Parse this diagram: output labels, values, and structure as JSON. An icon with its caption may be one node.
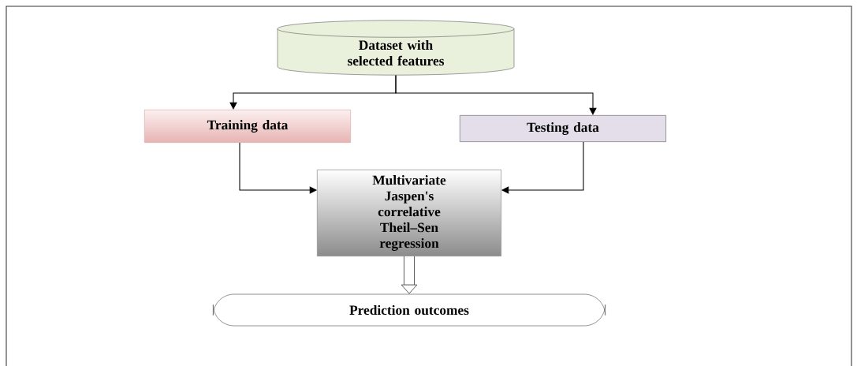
{
  "diagram": {
    "nodes": [
      {
        "text": [
          "Dataset with selected features"
        ]
      },
      {
        "text": [
          "Training data"
        ]
      },
      {
        "text": [
          "Testing data"
        ]
      },
      {
        "text": [
          "Multivariate Jaspen's correlative Theil–Sen regression"
        ]
      },
      {
        "text": [
          "Prediction outcomes"
        ]
      }
    ],
    "edges": [
      {
        "from": 0,
        "to": 1,
        "arrow": "to"
      },
      {
        "from": 0,
        "to": 2,
        "arrow": "to"
      },
      {
        "from": 1,
        "to": 3,
        "arrow": "to"
      },
      {
        "from": 2,
        "to": 3,
        "arrow": "to"
      },
      {
        "from": 3,
        "to": 4,
        "arrow": "to",
        "style": "thick"
      }
    ]
  }
}
